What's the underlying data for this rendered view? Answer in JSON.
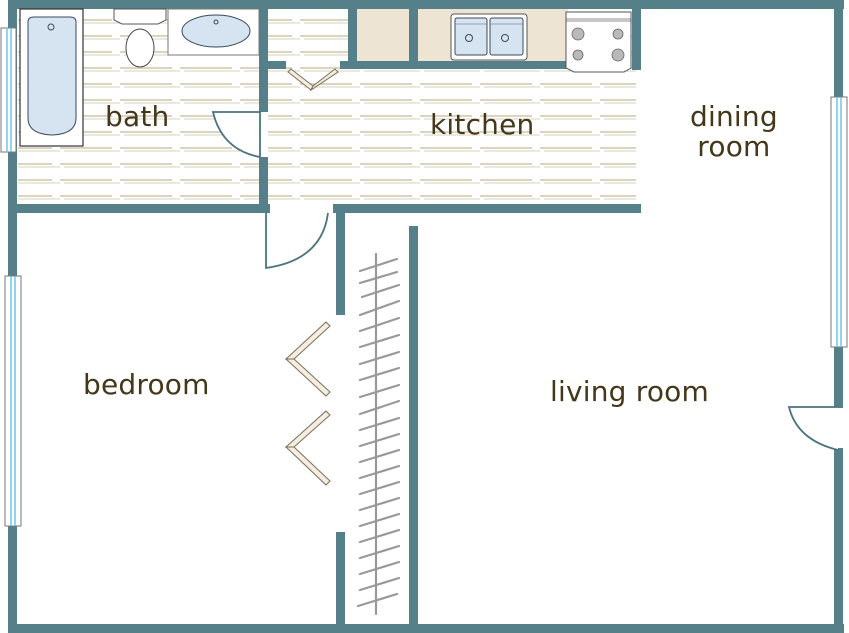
{
  "plan": {
    "colors": {
      "wall": "#55808a",
      "label": "#45371a",
      "floor_stripe": "#c9c0a8",
      "counter": "#ede4d3",
      "fixture_blue": "#d6e4f2",
      "window_glass": "#6cc7ea",
      "burner": "#b9b9b9",
      "rod": "#999999",
      "bifold": "#f4eee0"
    },
    "rooms": [
      {
        "id": "bath",
        "label": "bath"
      },
      {
        "id": "kitchen",
        "label": "kitchen"
      },
      {
        "id": "dining",
        "label_lines": [
          "dining",
          "room"
        ]
      },
      {
        "id": "bedroom",
        "label": "bedroom"
      },
      {
        "id": "living",
        "label": "living room"
      }
    ],
    "fixtures": [
      "bathtub",
      "toilet",
      "bathroom-sink",
      "double-kitchen-sink",
      "range-stove-4-burner",
      "closet-rod-with-hangers"
    ],
    "windows": [
      "bath-window",
      "bedroom-window",
      "dining-window"
    ],
    "doors": [
      "bath-door",
      "hall-door",
      "entry-door",
      "closet-bifold-doors",
      "pantry-bifold-door"
    ]
  }
}
